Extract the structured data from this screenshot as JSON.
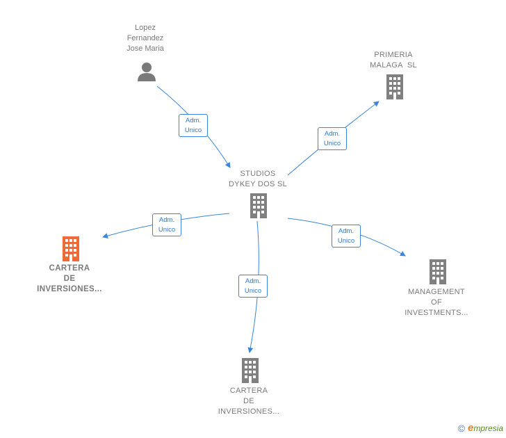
{
  "nodes": {
    "person": {
      "lines": "Lopez\nFernandez\nJose Maria"
    },
    "center": {
      "lines": "STUDIOS\nDYKEY DOS SL"
    },
    "primeria": {
      "lines": "PRIMERIA\nMALAGA  SL"
    },
    "cartera_left": {
      "lines": "CARTERA\nDE\nINVERSIONES..."
    },
    "cartera_bottom": {
      "lines": "CARTERA\nDE\nINVERSIONES..."
    },
    "management": {
      "lines": "MANAGEMENT\nOF\nINVESTMENTS..."
    }
  },
  "edges": [
    {
      "line1": "Adm.",
      "line2": "Unico"
    },
    {
      "line1": "Adm.",
      "line2": "Unico"
    },
    {
      "line1": "Adm.",
      "line2": "Unico"
    },
    {
      "line1": "Adm.",
      "line2": "Unico"
    },
    {
      "line1": "Adm.",
      "line2": "Unico"
    }
  ],
  "colors": {
    "edge": "#3a86d8",
    "building": "#808080",
    "highlight": "#f06a35",
    "person": "#7a7a7a"
  },
  "footer": {
    "copyright": "©",
    "brand_initial": "e",
    "brand_rest": "mpresia"
  }
}
